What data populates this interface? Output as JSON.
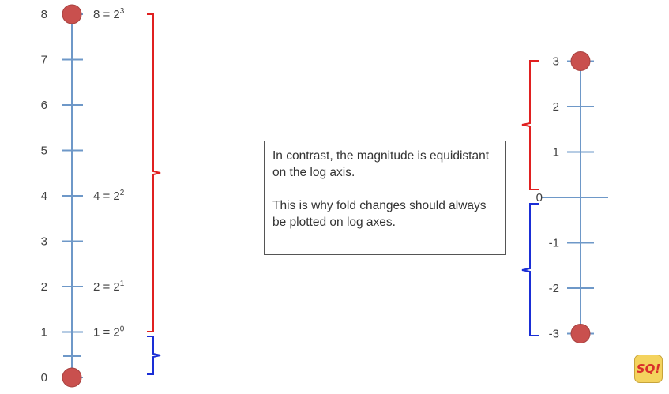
{
  "linear_axis": {
    "ticks": [
      "0",
      "1",
      "2",
      "3",
      "4",
      "5",
      "6",
      "7",
      "8"
    ],
    "power_labels": [
      {
        "value": 8,
        "base": "8 = 2",
        "exp": "3"
      },
      {
        "value": 4,
        "base": "4 = 2",
        "exp": "2"
      },
      {
        "value": 2,
        "base": "2 = 2",
        "exp": "1"
      },
      {
        "value": 1,
        "base": "1 = 2",
        "exp": "0"
      }
    ],
    "endpoints": [
      0,
      8
    ]
  },
  "log_axis": {
    "ticks": [
      "-3",
      "-2",
      "-1",
      "0",
      "1",
      "2",
      "3"
    ],
    "endpoints": [
      -3,
      3
    ]
  },
  "note": {
    "line1": "In contrast, the magnitude is equidistant on the log axis.",
    "line2": "This is why fold changes should always be plotted on log axes."
  },
  "logo_text": "SQ!",
  "colors": {
    "axis": "#6e98c8",
    "endpoint": "#c9504e",
    "brace_up": "#e02020",
    "brace_down": "#1a2ed6"
  }
}
